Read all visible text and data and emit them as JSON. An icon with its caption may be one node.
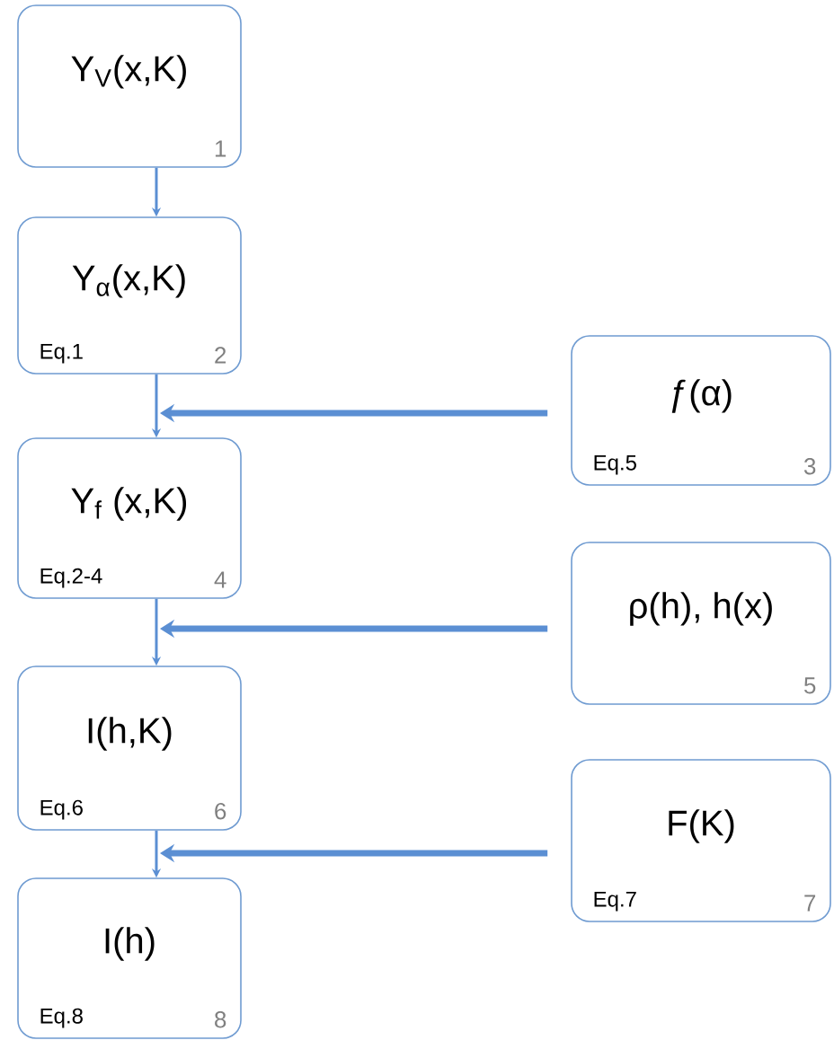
{
  "diagram": {
    "nodes": [
      {
        "text": [
          "Y$_{V}$(x,K)",
          "1"
        ]
      },
      {
        "text": [
          "Y$_{α}$(x,K)",
          "Eq.1",
          "2"
        ]
      },
      {
        "text": [
          "ƒ(α)",
          "Eq.5",
          "3"
        ]
      },
      {
        "text": [
          "Y$_{f}$ (x,K)",
          "Eq.2-4",
          "4"
        ]
      },
      {
        "text": [
          "ρ(h), h(x)",
          "5"
        ]
      },
      {
        "text": [
          "I(h,K)",
          "Eq.6",
          "6"
        ]
      },
      {
        "text": [
          "F(K)",
          "Eq.7",
          "7"
        ]
      },
      {
        "text": [
          "I(h)",
          "Eq.8",
          "8"
        ]
      }
    ],
    "edges": [
      {
        "from": 0,
        "to": 1,
        "arrow": "to"
      },
      {
        "from": 1,
        "to": 3,
        "arrow": "to"
      },
      {
        "from": 2,
        "to": 3,
        "arrow": "to",
        "style": "thick"
      },
      {
        "from": 3,
        "to": 5,
        "arrow": "to"
      },
      {
        "from": 4,
        "to": 3,
        "arrow": "to",
        "style": "thick"
      },
      {
        "from": 5,
        "to": 7,
        "arrow": "to"
      },
      {
        "from": 6,
        "to": 5,
        "arrow": "to",
        "style": "thick"
      }
    ]
  }
}
